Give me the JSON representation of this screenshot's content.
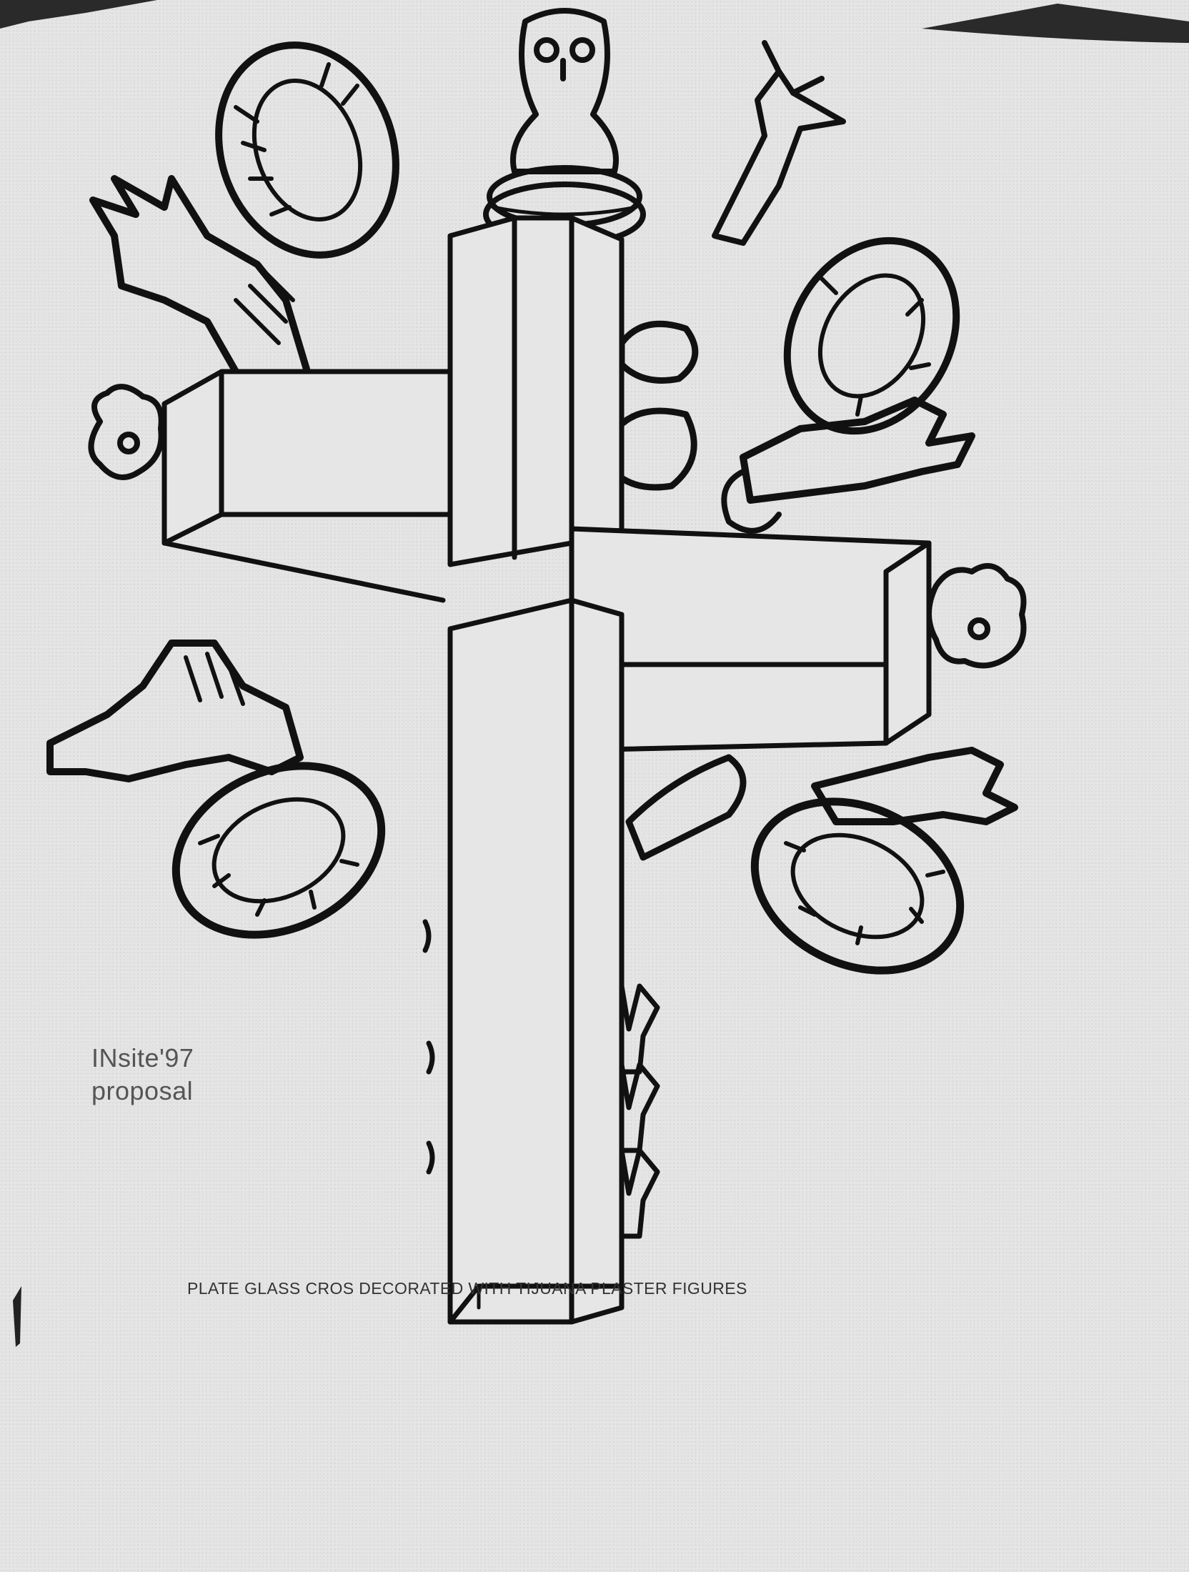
{
  "annotation": {
    "line1": "INsite'97",
    "line2": "proposal"
  },
  "caption": "PLATE GLASS CROS DECORATED WITH TIJUANA PLASTER FIGURES",
  "colors": {
    "ink": "#111111",
    "paper": "#e5e5e5",
    "label_text": "#555555"
  }
}
